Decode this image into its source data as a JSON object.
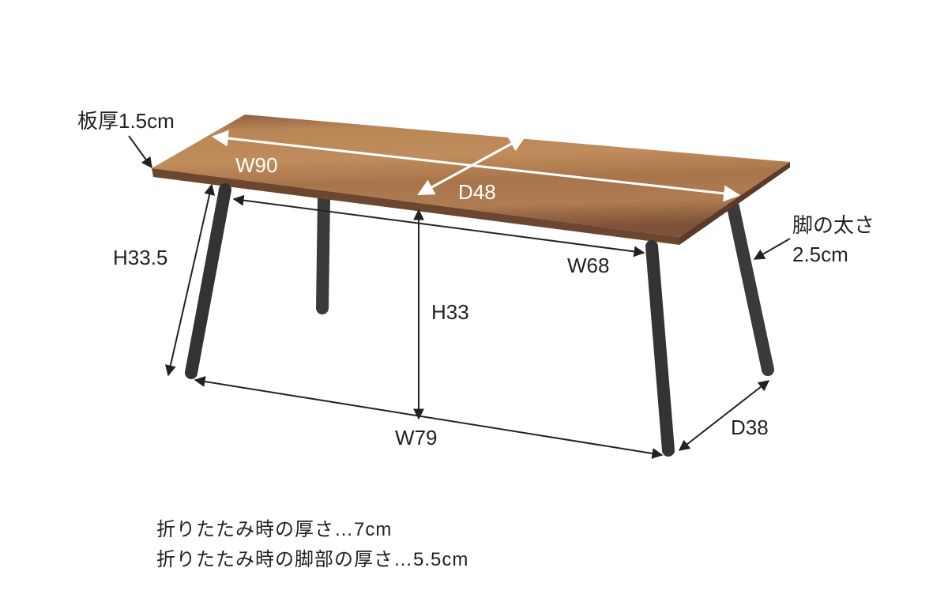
{
  "labels": {
    "board_thickness": "板厚1.5cm",
    "top_width": "W90",
    "top_depth": "D48",
    "overall_height": "H33.5",
    "inner_width": "W68",
    "clearance_height": "H33",
    "leg_thickness_label": "脚の太さ",
    "leg_thickness_value": "2.5cm",
    "leg_depth": "D38",
    "leg_width": "W79"
  },
  "notes": [
    "折りたたみ時の厚さ…7cm",
    "折りたたみ時の脚部の厚さ…5.5cm"
  ],
  "colors": {
    "wood_light": "#b07a4c",
    "wood_dark": "#7d5238",
    "leg": "#333333"
  }
}
